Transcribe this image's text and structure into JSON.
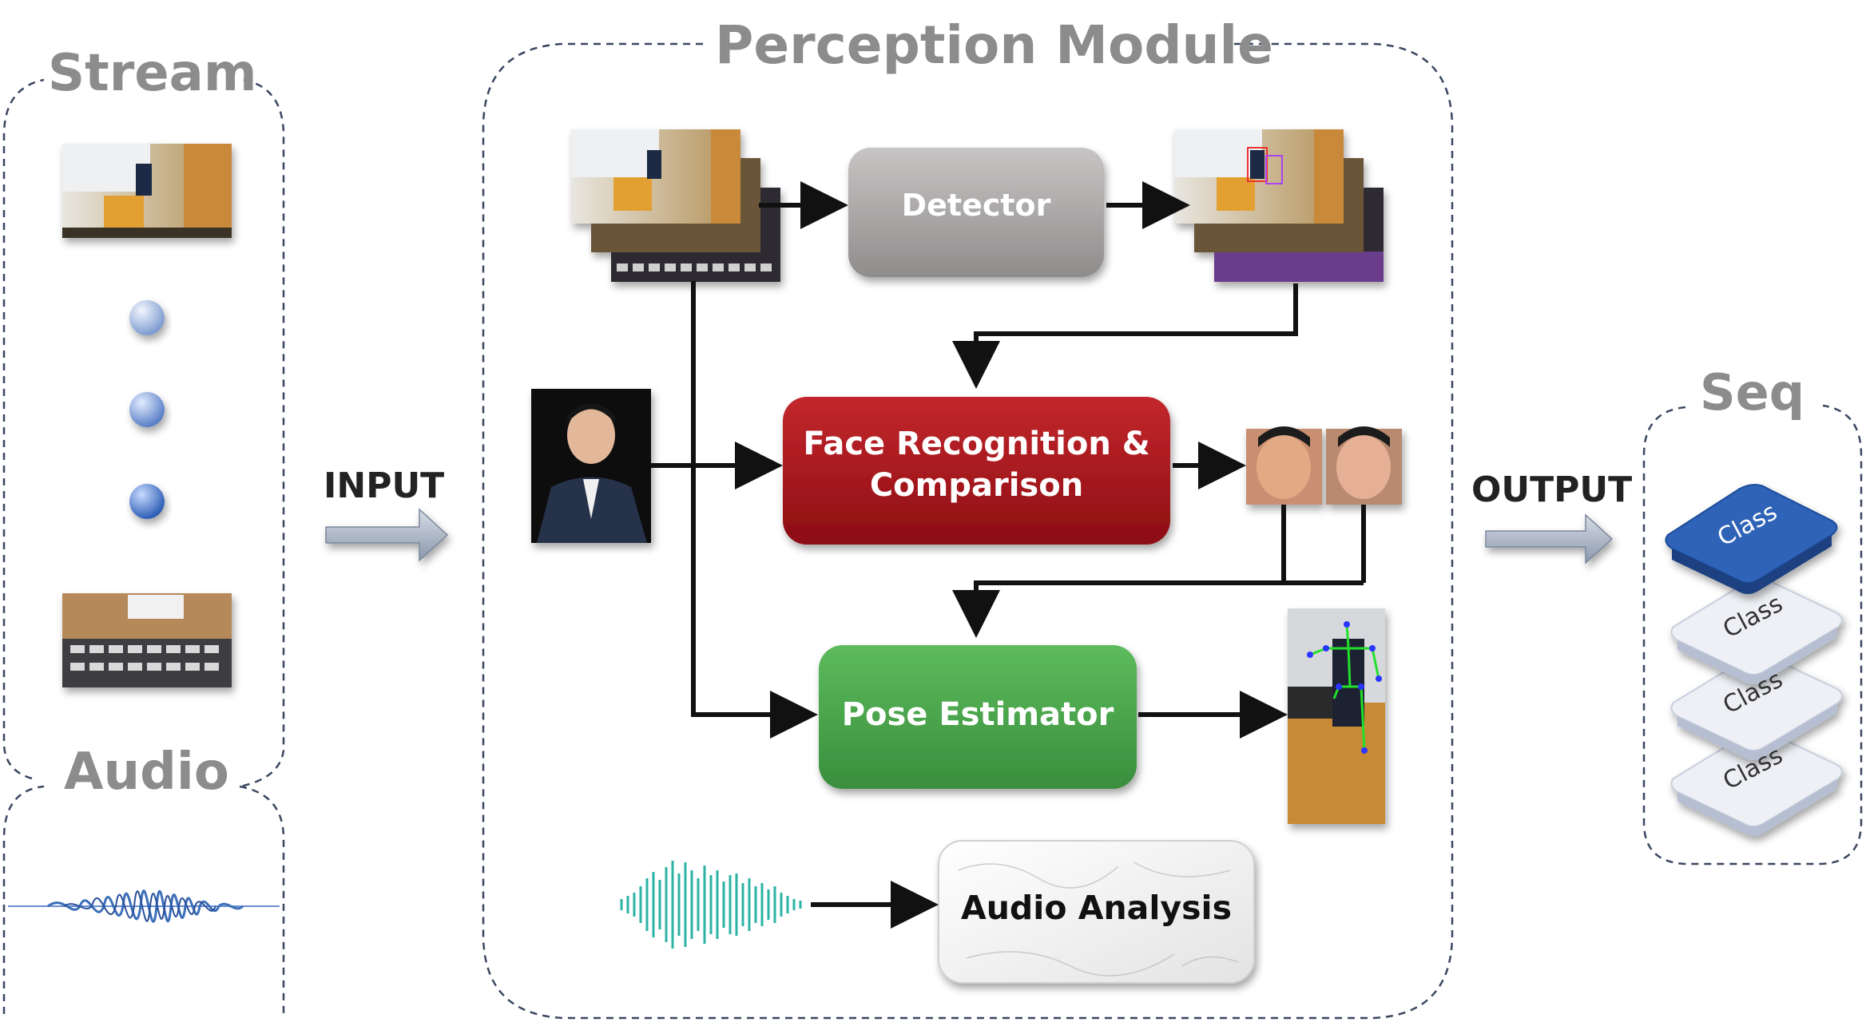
{
  "stream": {
    "title": "Stream"
  },
  "audio": {
    "title": "Audio"
  },
  "perception": {
    "title": "Perception Module",
    "detector": "Detector",
    "face": {
      "line1": "Face Recognition &",
      "line2": "Comparison"
    },
    "pose": "Pose Estimator",
    "audio_analysis": "Audio Analysis"
  },
  "io": {
    "input": "INPUT",
    "output": "OUTPUT"
  },
  "seq": {
    "title": "Seq",
    "items": [
      "Class",
      "Class",
      "Class",
      "Class"
    ]
  },
  "colors": {
    "detector": "#a9a6a6",
    "face": "#a9141b",
    "pose": "#4aa64c",
    "seq_highlight": "#2e63b8",
    "seq_plain": "#e9ecf3",
    "audio_wave_left": "#3b6fb8",
    "audio_wave_right": "#2bb3a3"
  }
}
